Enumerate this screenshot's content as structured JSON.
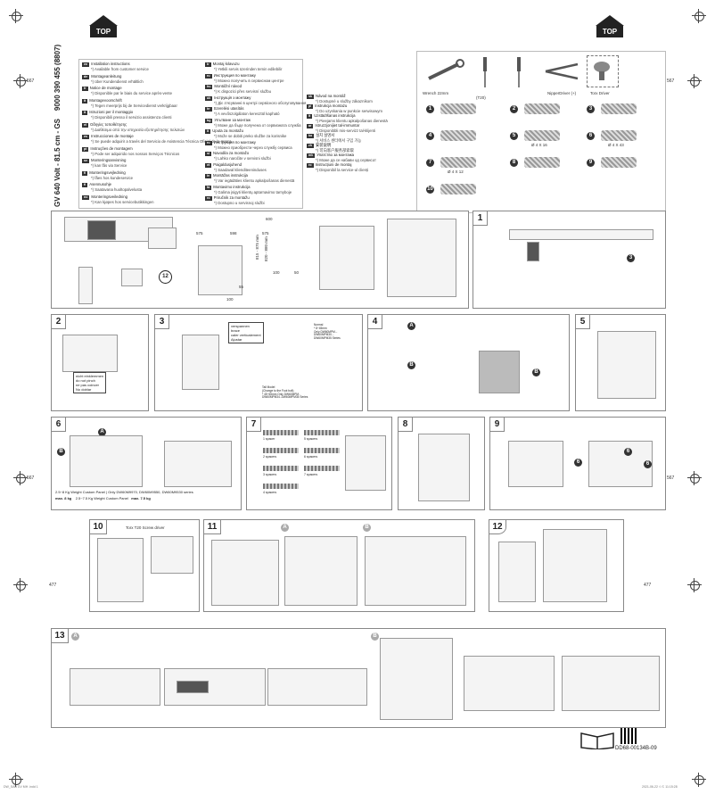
{
  "top_label": "TOP",
  "side_numbers": {
    "left_upper": "567",
    "right_upper": "567",
    "left_mid": "567",
    "right_mid": "567",
    "left_lower": "477",
    "right_lower": "477"
  },
  "model_title": "GV 640 VoIt - 81.5 cm - GS",
  "doc_code": "9000 390 455 (8807)",
  "languages_left": [
    {
      "code": "en",
      "title": "Installation instructions",
      "note": "*) Available from customer service"
    },
    {
      "code": "de",
      "title": "Montageanleitung",
      "note": "*) über Kundendienst erhältlich"
    },
    {
      "code": "fr",
      "title": "Notice de montage",
      "note": "*) Disponible par le biais du service après-vente"
    },
    {
      "code": "it",
      "title": "Montagevoorschrift",
      "note": "*) Tegen meerprijs bij de Servicedienst verkrijgbaar"
    },
    {
      "code": "it",
      "title": "Istruzioni per il montaggio",
      "note": "*) Disponibili presso il servizio assistenza clienti"
    },
    {
      "code": "el",
      "title": "Οδηγίες τοποθέτησης",
      "note": "*) Διαθέσιμο από την υπηρεσία εξυπηρέτησης πελατών"
    },
    {
      "code": "es",
      "title": "Instrucciones de montaje",
      "note": "*) Se puede adquirir a través del Servicio de Asistencia Técnica Oficial de la marca"
    },
    {
      "code": "pt",
      "title": "Instruções de montagem",
      "note": "*) Pode ser adquirido nos nossos Serviços Técnicos"
    },
    {
      "code": "sv",
      "title": "Monteringsanvisning",
      "note": "*) kan fås via Service"
    },
    {
      "code": "fi",
      "title": "Monteringsvejledning",
      "note": "*) fåes hos kundeservice"
    },
    {
      "code": "fi",
      "title": "Asennusohje",
      "note": "*) Saatavana huoltopalvelusta"
    },
    {
      "code": "no",
      "title": "Monteringsveiledning",
      "note": "*) Kan kjøpes hos servicebutikkingen"
    }
  ],
  "languages_right": [
    {
      "code": "tr",
      "title": "Montaj kılavuzu",
      "note": "*) Yetkili servis üzerinden temin edilebilir"
    },
    {
      "code": "ru",
      "title": "Инструкция по монтажу",
      "note": "*) Можно получить в сервисном центре"
    },
    {
      "code": "hu",
      "title": "Montážní návod",
      "note": "*) K dispozici přes servisní službu"
    },
    {
      "code": "uk",
      "title": "Інструкція з монтажу",
      "note": "*) Діє з'ясуванні в центрі сервісного обслуговування"
    },
    {
      "code": "hr",
      "title": "Szerelési utasítás",
      "note": "*) A vevőszolgálaton keresztül kapható"
    },
    {
      "code": "bg",
      "title": "Упътване за монтаж",
      "note": "*) Може да бъде получена от сервизната служба"
    },
    {
      "code": "lt",
      "title": "Uputa za montažu",
      "note": "*) Može se dobiti preko službe za korisnike"
    },
    {
      "code": "ru",
      "title": "Инструкция по монтажу",
      "note": "*) Можно приобрести через службу сервиса"
    },
    {
      "code": "sl",
      "title": "Navodila za montažo",
      "note": "*) Lahko naročite v servisni službi"
    },
    {
      "code": "et",
      "title": "Paigaldusjuhend",
      "note": "*) Saadaval klienditeeninduses"
    },
    {
      "code": "lv",
      "title": "Montāžas instrukcija",
      "note": "*) Var iegādāties klientu apkalpošanas dienestā"
    },
    {
      "code": "fa",
      "title": "Montavimo instrukcija",
      "note": "*) Galima įsigyti klientų aptarnavimo tarnyboje"
    },
    {
      "code": "ro",
      "title": "Priručnik za montažu",
      "note": "*) Dostupno u servisnoj službi"
    }
  ],
  "languages_far": [
    {
      "code": "sk",
      "title": "Návod na montáž",
      "note": "*) Dostupné u služby zákazníkom"
    },
    {
      "code": "pl",
      "title": "Instrukcja montażu",
      "note": "*) Do uzyskania w punkcie serwisowym"
    },
    {
      "code": "lt",
      "title": "Uzstādīšanas instrukcija",
      "note": "*) Pieejams klientu apkalpošanas dienestā"
    },
    {
      "code": "ar",
      "title": "Istruzzjonijiet tal-immuntar",
      "note": "*) Disponibbli mis-servizz tal-klijenti"
    },
    {
      "code": "ko",
      "title": "설치 설명서",
      "note": "*) 서비스 센터에서 구입 가능"
    },
    {
      "code": "zh",
      "title": "安装说明",
      "note": "*) 可向客户服务部索取"
    },
    {
      "code": "mk",
      "title": "Упатство за монтажа",
      "note": "*) Може да се набави од сервисот"
    },
    {
      "code": "ro",
      "title": "Instrucțiuni de montaj",
      "note": "*) Disponibil la service-ul clienți"
    }
  ],
  "tools": [
    "Wrench 22mm",
    "(T20)",
    "NipperDriver (+)",
    "Torx Driver"
  ],
  "parts": [
    {
      "num": "1",
      "label": ""
    },
    {
      "num": "2",
      "label": ""
    },
    {
      "num": "3",
      "label": ""
    },
    {
      "num": "4",
      "label": ""
    },
    {
      "num": "5",
      "label": "Ø 4 X 16"
    },
    {
      "num": "6",
      "label": "Ø 4 X 43"
    },
    {
      "num": "7",
      "label": "Ø 4 X 12"
    },
    {
      "num": "8",
      "label": ""
    },
    {
      "num": "9",
      "label": ""
    },
    {
      "num": "10",
      "label": ""
    }
  ],
  "dims": {
    "d600": "600",
    "d575a": "575",
    "d598": "598",
    "d575b": "575",
    "d815": "815 - 875 mm",
    "d820": "820 - 880 mm",
    "d100": "100",
    "d50": "50",
    "d55": "55",
    "d100b": "100",
    "d12": "12"
  },
  "steps": {
    "s1": "1",
    "s2": "2",
    "s3": "3",
    "s4": "4",
    "s5": "5",
    "s6": "6",
    "s7": "7",
    "s8": "8",
    "s9": "9",
    "s10": "10",
    "s11": "11",
    "s12": "12",
    "s13": "13"
  },
  "step2_warning": [
    "nicht einklemmen",
    "do not pinch",
    "ne pas coincer",
    "No doblar"
  ],
  "step3_labels": [
    "verspannen",
    "brace",
    "caler verticalement",
    "Ajustar"
  ],
  "step3_normal": [
    "Normal",
    "* 8~45mm",
    "Only DW60MPM...",
    "DW60MPM30...",
    "DW60MPM35 Series"
  ],
  "step3_tall": [
    "Tall Model",
    "(Change to the Foot bolt)",
    "* 45~65mm Only DW60MPM..",
    "DW60MPM34..DW60MPM35 Series"
  ],
  "step6_footer": [
    "2.5~8 Kg Weight Custom Panel",
    "Only DW60M9970, DW60M9550, DW60M9530 series",
    "max. 8 kg",
    "2.5~7.5 Kg Weight Custom Panel",
    "max. 7.5 kg"
  ],
  "step7_labels": [
    "1 spacer",
    "2 spacers",
    "3 spacers",
    "4 spacers",
    "5 spacers",
    "6 spacers",
    "7 spacers"
  ],
  "step10_label": "Torx T20 Screw driver",
  "step11_sub": [
    "A",
    "B"
  ],
  "step13_sub": [
    "A",
    "B"
  ],
  "footer_code": "DD68-00134B-09",
  "print_meta_left": "DW_SAB  GV MH  .indd   1",
  "print_meta_right": "2021-06-22   ㅇㅈ 11:15:28"
}
